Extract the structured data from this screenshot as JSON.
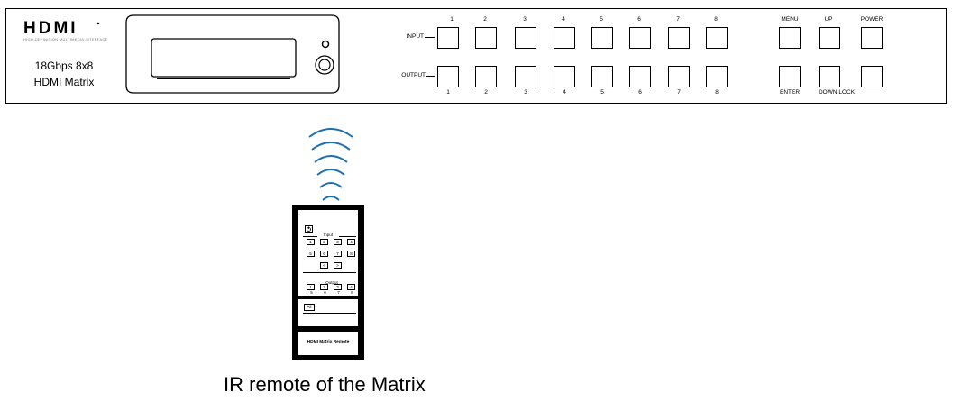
{
  "device": {
    "logo": "HDMI",
    "logo_sub": "HIGH-DEFINITION MULTIMEDIA INTERFACE",
    "model_line1": "18Gbps 8x8",
    "model_line2": "HDMI Matrix",
    "input_label": "INPUT",
    "output_label": "OUTPUT",
    "port_numbers": [
      "1",
      "2",
      "3",
      "4",
      "5",
      "6",
      "7",
      "8"
    ],
    "control_labels": {
      "menu": "MENU",
      "up": "UP",
      "power": "POWER",
      "enter": "ENTER",
      "down_lock": "DOWN LOCK"
    }
  },
  "remote": {
    "input_header": "Input",
    "input_keys": [
      "1",
      "2",
      "3",
      "4",
      "5",
      "6",
      "7",
      "8",
      "<",
      ">"
    ],
    "output_header": "Output",
    "output_keys": [
      "1",
      "2",
      "3",
      "4",
      "5",
      "6",
      "7",
      "8"
    ],
    "all_key": "All",
    "name": "HDMI Matrix Remote"
  },
  "caption": "IR remote of the Matrix"
}
